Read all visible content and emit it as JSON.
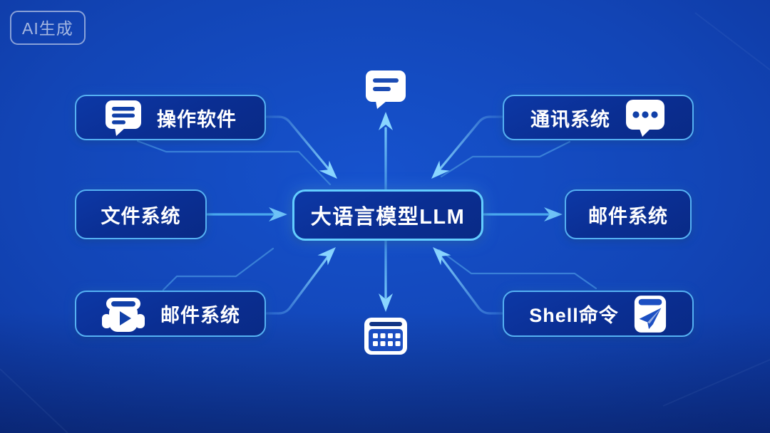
{
  "badge": {
    "label": "AI生成"
  },
  "center": {
    "label": "大语言模型LLM"
  },
  "nodes": {
    "top_left": {
      "label": "操作软件",
      "icon": "chat-lines-icon"
    },
    "top_right": {
      "label": "通讯系统",
      "icon": "chat-dots-icon"
    },
    "mid_left": {
      "label": "文件系统"
    },
    "mid_right": {
      "label": "邮件系统"
    },
    "bottom_left": {
      "label": "邮件系统",
      "icon": "media-bag-icon"
    },
    "bottom_right": {
      "label": "Shell命令",
      "icon": "send-app-icon"
    }
  },
  "floating_icons": {
    "top": "chat-bubble-icon",
    "bottom": "calendar-icon"
  },
  "connections": [
    {
      "from": "top_left",
      "to": "center",
      "direction": "into-center"
    },
    {
      "from": "top_right",
      "to": "center",
      "direction": "into-center"
    },
    {
      "from": "mid_left",
      "to": "center",
      "direction": "into-center"
    },
    {
      "from": "center",
      "to": "mid_right",
      "direction": "out-of-center"
    },
    {
      "from": "bottom_left",
      "to": "center",
      "direction": "into-center"
    },
    {
      "from": "bottom_right",
      "to": "center",
      "direction": "into-center"
    },
    {
      "from": "center",
      "to": "top_icon",
      "direction": "out-of-center"
    },
    {
      "from": "center",
      "to": "bottom_icon",
      "direction": "out-of-center"
    }
  ],
  "colors": {
    "background": "#1245b6",
    "node_fill": "#0a2e92",
    "node_border": "#55b1f3",
    "center_border": "#63cdff",
    "arrow_bright": "#86d6ff",
    "arrow_dark": "#2a66cc",
    "text": "#ffffff",
    "icon_glyph_blue": "#1140a8"
  }
}
